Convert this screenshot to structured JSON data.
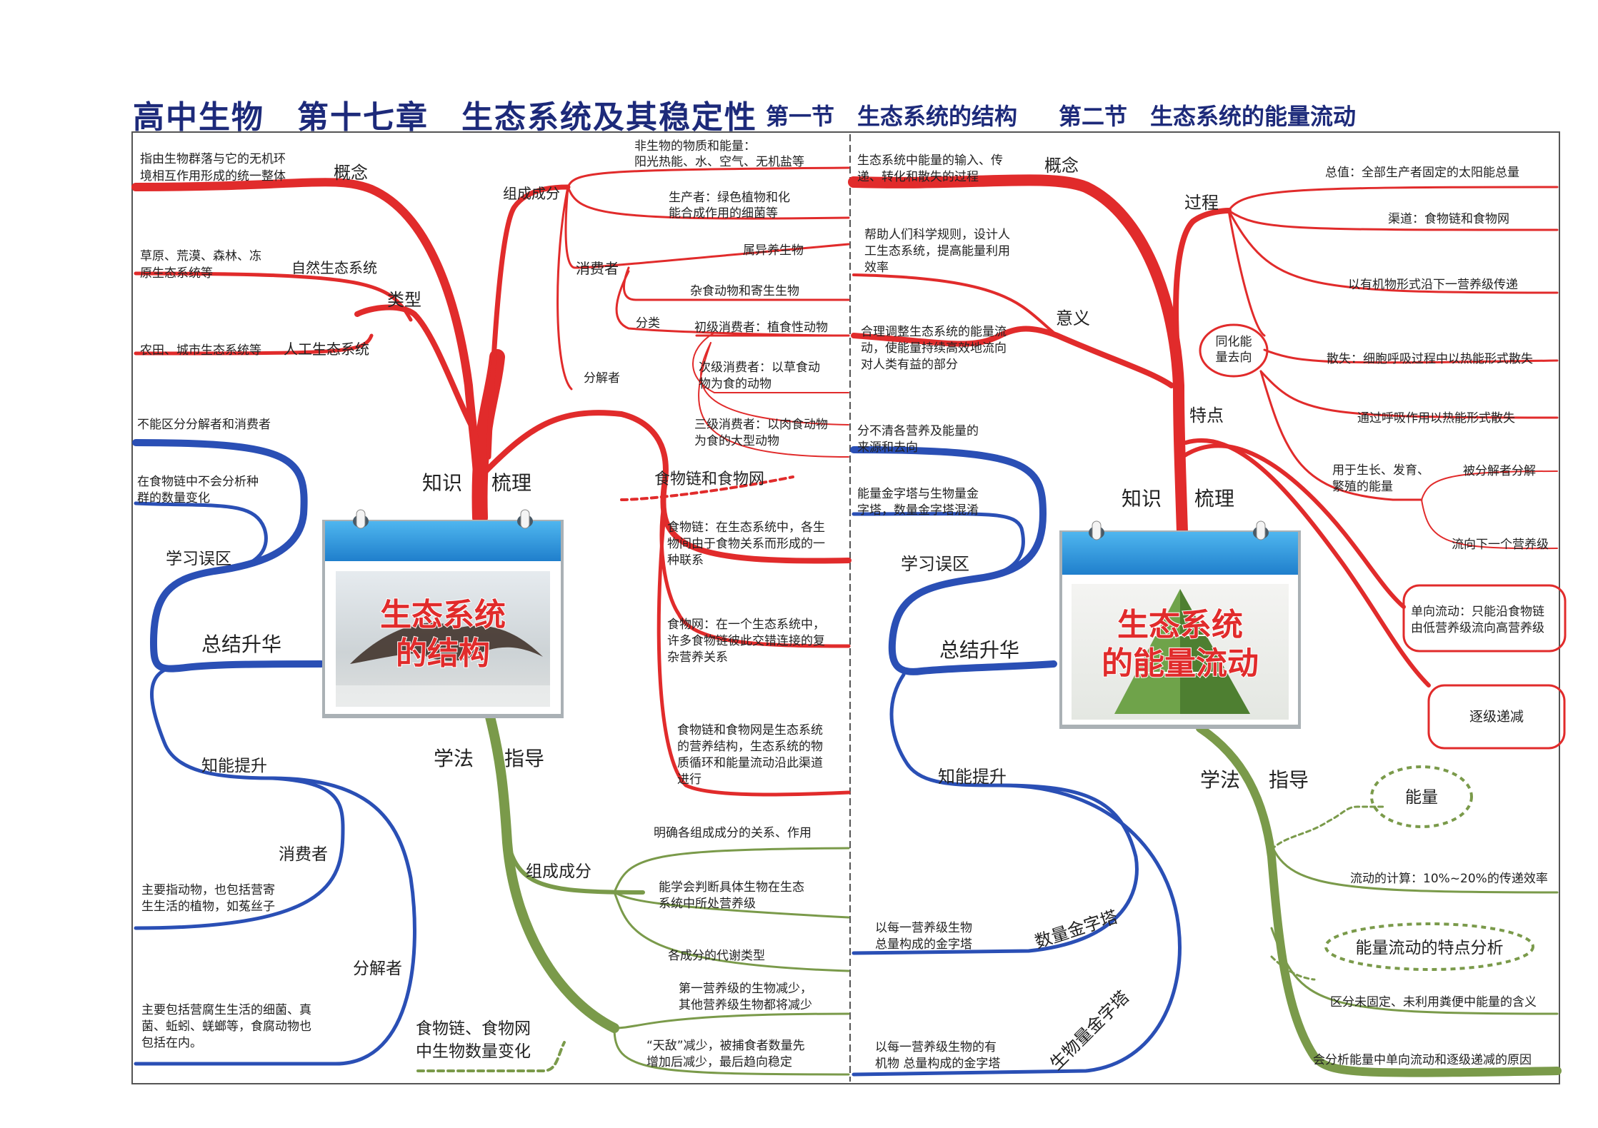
{
  "header": {
    "main": "高中生物　第十七章　生态系统及其稳定性",
    "sec1": "第一节　生态系统的结构",
    "sec2": "第二节　生态系统的能量流动"
  },
  "left": {
    "center_card": [
      "生态系统",
      "的结构"
    ],
    "branches": {
      "zhishi": "知识",
      "shuli": "梳理",
      "xuefa": "学法",
      "zhidao": "指导",
      "zongjie": "总结升华",
      "wuqu": "学习误区",
      "tisheng": "知能提升"
    },
    "gainian": "概念",
    "gainian_desc": [
      "指由生物群落与它的无机环",
      "境相互作用形成的统一整体"
    ],
    "leixing": "类型",
    "ziran": "自然生态系统",
    "ziran_desc": [
      "草原、荒漠、森林、冻",
      "原生态系统等"
    ],
    "rengong": "人工生态系统",
    "rengong_desc": "农田、城市生态系统等",
    "zucheng": "组成成分",
    "feishengwu": [
      "非生物的物质和能量：",
      "阳光热能、水、空气、无机盐等"
    ],
    "shengchanzhe": [
      "生产者：绿色植物和化",
      "能合成作用的细菌等"
    ],
    "xiaofeizhe": "消费者",
    "yiyang": "属异养生物",
    "zashi": "杂食动物和寄生生物",
    "fenlei": "分类",
    "chuji": "初级消费者：植食性动物",
    "ciji": [
      "次级消费者：以草食动",
      "物为食的动物"
    ],
    "sanji": [
      "三级消费者：以肉食动物",
      "为食的大型动物"
    ],
    "fenjiezhe": "分解者",
    "shiwulian": "食物链和食物网",
    "shiwulian_desc": [
      "食物链：在生态系统中，各生",
      "物间由于食物关系而形成的一",
      "种联系"
    ],
    "shiwuwang_desc": [
      "食物网：在一个生态系统中，",
      "许多食物链彼此交错连接的复",
      "杂营养关系"
    ],
    "yingyang_desc": [
      "食物链和食物网是生态系统",
      "的营养结构，生态系统的物",
      "质循环和能量流动沿此渠道",
      "进行"
    ],
    "wuqu1": "不能区分分解者和消费者",
    "wuqu2": [
      "在食物链中不会分析种",
      "群的数量变化"
    ],
    "xfz2": "消费者",
    "xfz2_desc": [
      "主要指动物，也包括营寄",
      "生生活的植物，如菟丝子"
    ],
    "fjz2": "分解者",
    "fjz2_desc": [
      "主要包括营腐生生活的细菌、真",
      "菌、蚯蚓、蜣螂等，食腐动物也",
      "包括在内。"
    ],
    "zucheng2": "组成成分",
    "mingque": "明确各组成成分的关系、作用",
    "panduan": [
      "能学会判断具体生物在生态",
      "系统中所处营养级"
    ],
    "daixie": "各成分的代谢类型",
    "bianhua": [
      "食物链、食物网",
      "中生物数量变化"
    ],
    "diyi": [
      "第一营养级的生物减少，",
      "其他营养级生物都将减少"
    ],
    "tiandi": [
      "“天敌”减少，被捕食者数量先",
      "增加后减少，最后趋向稳定"
    ]
  },
  "right": {
    "center_card": [
      "生态系统",
      "的能量流动"
    ],
    "branches": {
      "zhishi": "知识",
      "shuli": "梳理",
      "xuefa": "学法",
      "zhidao": "指导",
      "zongjie": "总结升华",
      "wuqu": "学习误区",
      "tisheng": "知能提升"
    },
    "gainian": "概念",
    "gainian_desc": [
      "生态系统中能量的输入、传",
      "递、转化和散失的过程"
    ],
    "yiyi": "意义",
    "yiyi1": [
      "帮助人们科学规则，设计人",
      "工生态系统，提高能量利用",
      "效率"
    ],
    "yiyi2": [
      "合理调整生态系统的能量流",
      "动，使能量持续高效地流向",
      "对人类有益的部分"
    ],
    "guocheng": "过程",
    "zongzhi": "总值：全部生产者固定的太阳能总量",
    "qudao": "渠道：食物链和食物网",
    "chuandi": "以有机物形式沿下一营养级传递",
    "sanshi": "散失：细胞呼吸过程中以热能形式散失",
    "tonghua": [
      "同化能",
      "量去向"
    ],
    "huxi": "通过呼吸作用以热能形式散失",
    "shengzhang": [
      "用于生长、发育、",
      "繁殖的能量"
    ],
    "fenjie": "被分解者分解",
    "liuxiang": "流向下一个营养级",
    "tedian": "特点",
    "danxiang": [
      "单向流动：只能沿食物链",
      "由低营养级流向高营养级"
    ],
    "dijian": "逐级递减",
    "wuqu1": [
      "分不清各营养及能量的",
      "来源和去向"
    ],
    "wuqu2": [
      "能量金字塔与生物量金",
      "字塔，数量金字塔混淆"
    ],
    "shuliang": "数量金字塔",
    "shuliang_desc": [
      "以每一营养级生物",
      "总量构成的金字塔"
    ],
    "shengwuliang": "生物量金字塔",
    "shengwuliang_desc": [
      "以每一营养级生物的有",
      "机物 总量构成的金字塔"
    ],
    "nengliang": "能量",
    "jisuan": "流动的计算：10%~20%的传递效率",
    "fenxi": "能量流动的特点分析",
    "qufen": "区分未固定、未利用粪便中能量的含义",
    "huifenxi": "会分析能量中单向流动和逐级递减的原因"
  },
  "colors": {
    "red": "#e12b2b",
    "blue": "#2a4fb5",
    "green": "#7a9a4a",
    "navy": "#1d2a7a"
  }
}
